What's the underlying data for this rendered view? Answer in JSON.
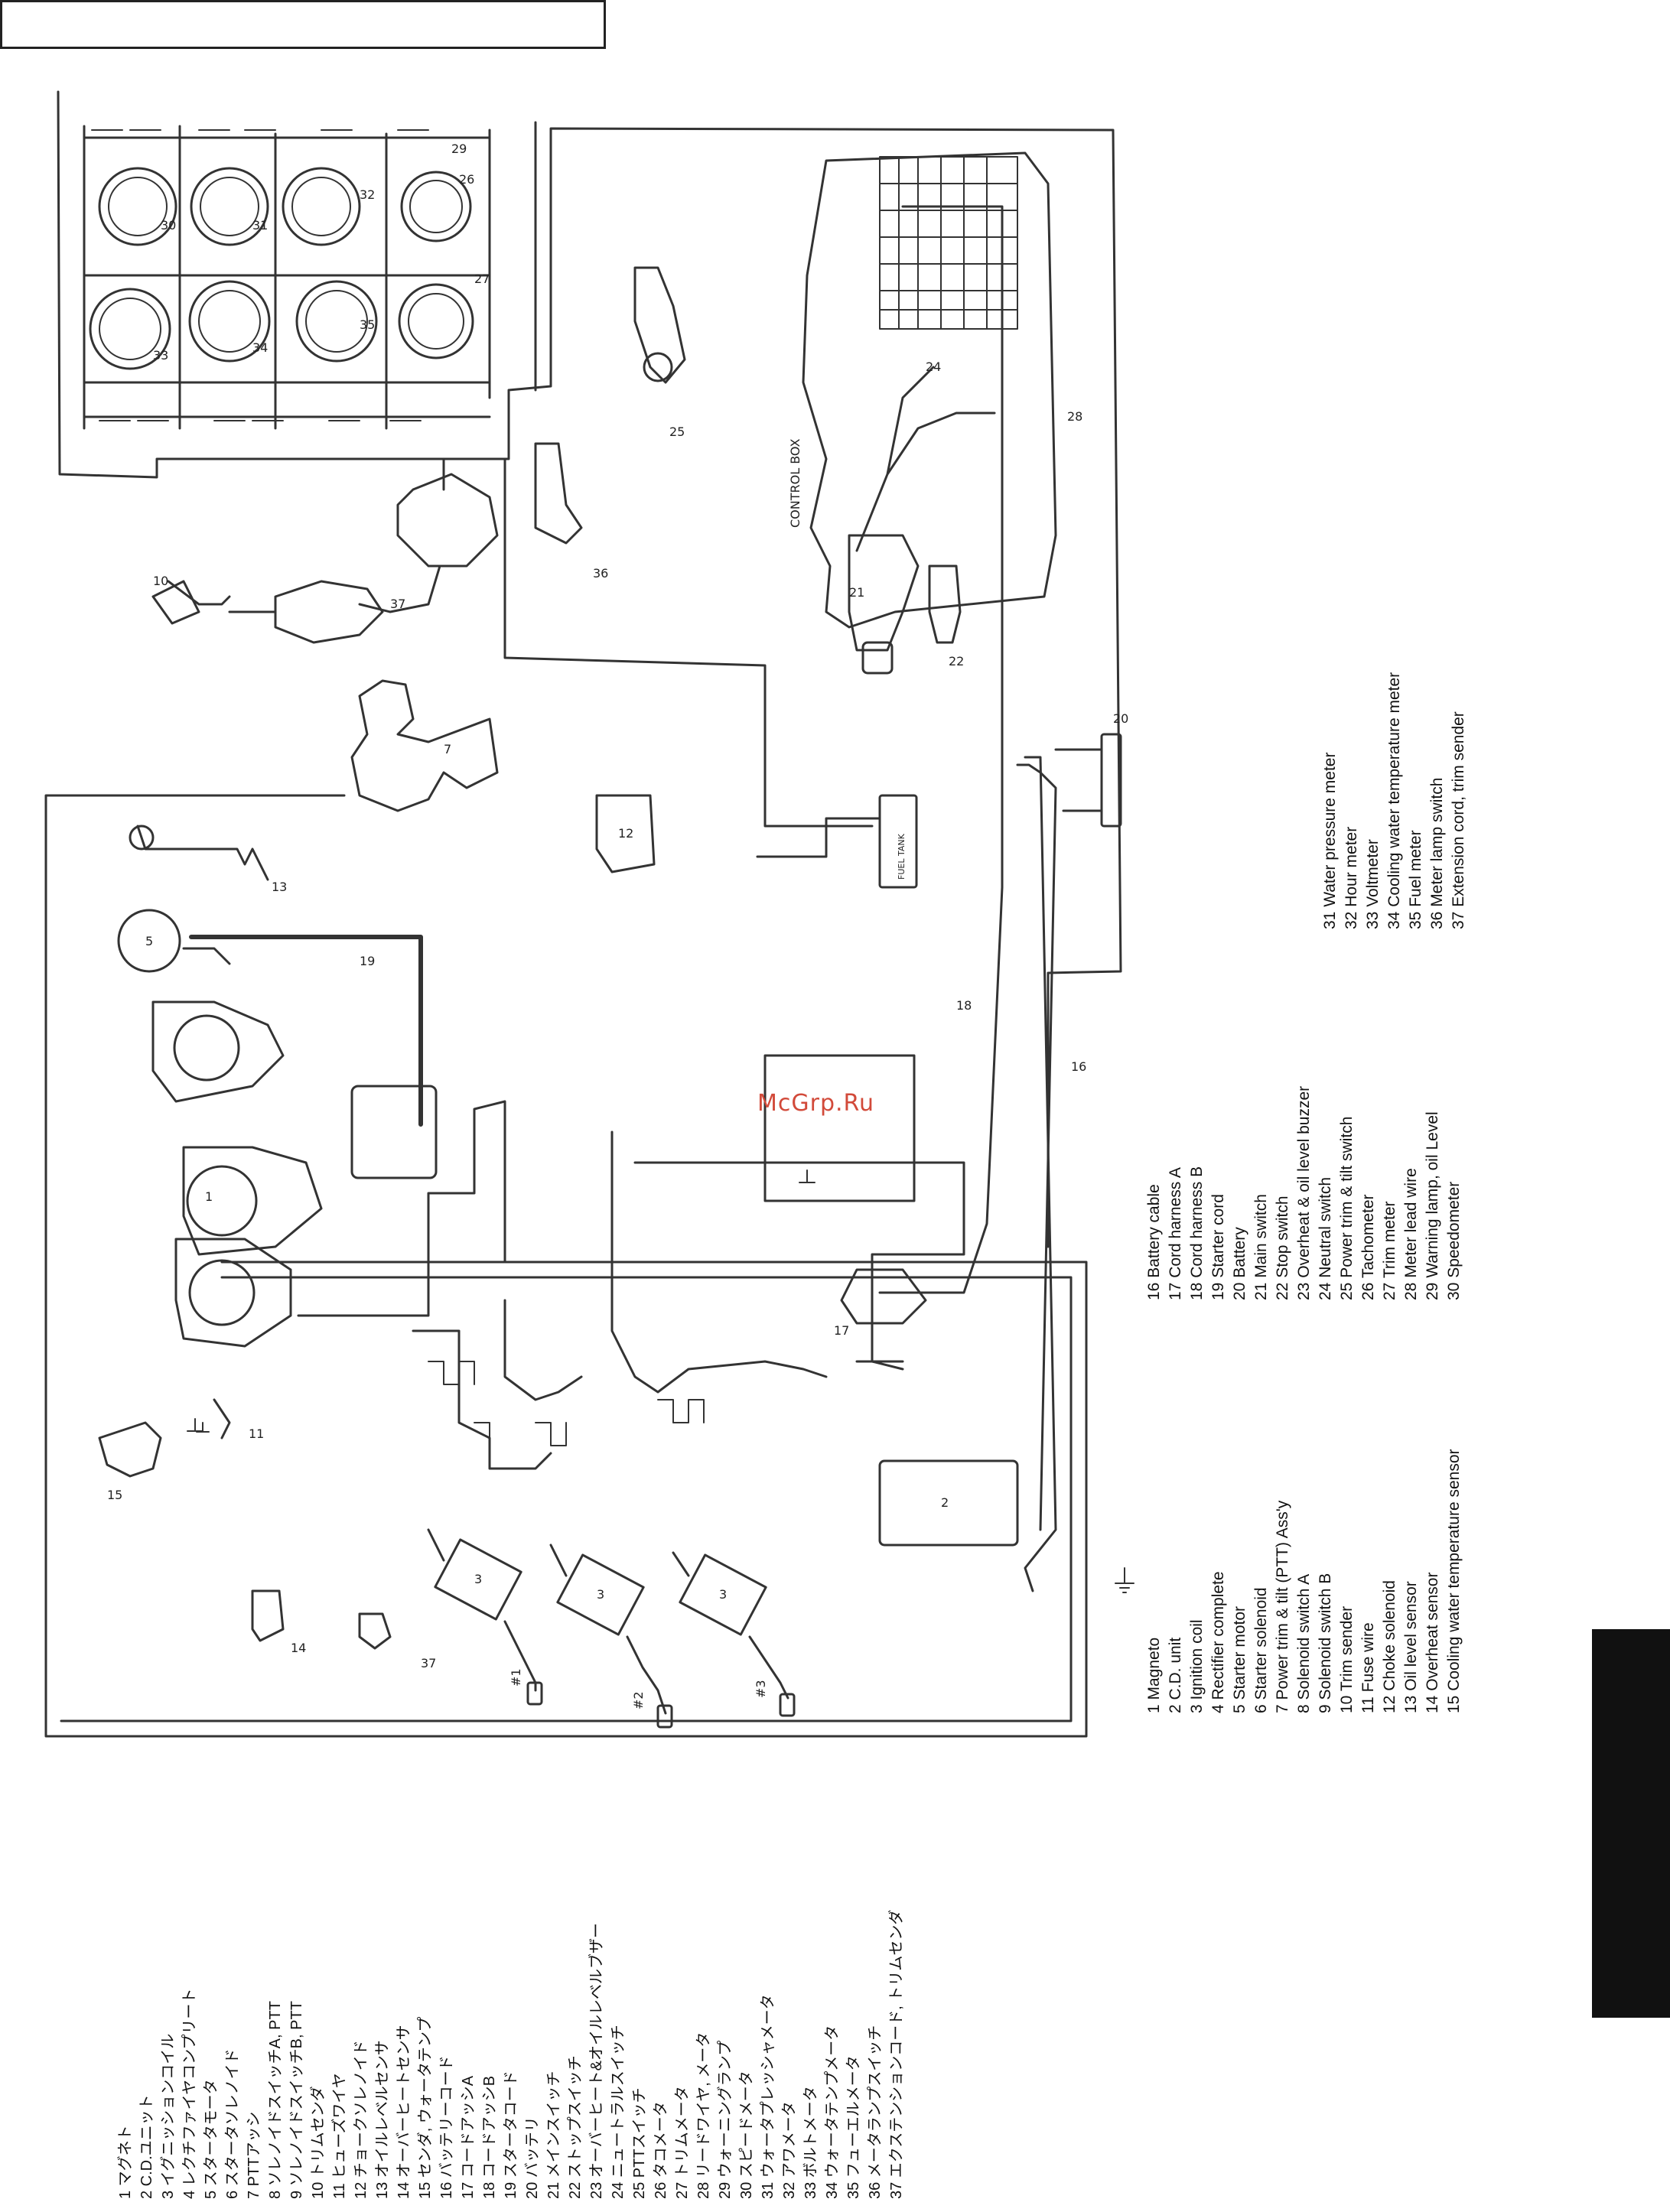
{
  "watermark": "McGrp.Ru",
  "control_box_label": "CONTROL BOX",
  "fuel_tank_label": "FUEL TANK",
  "legend_en": [
    "1 Magneto",
    "2 C.D. unit",
    "3 Ignition coil",
    "4 Rectifier complete",
    "5 Starter motor",
    "6 Starter solenoid",
    "7 Power trim & tilt (PTT) Ass'y",
    "8 Solenoid switch A",
    "9 Solenoid switch B",
    "10 Trim sender",
    "11 Fuse wire",
    "12 Choke solenoid",
    "13 Oil level sensor",
    "14 Overheat sensor",
    "15 Cooling water temperature sensor",
    "16 Battery cable",
    "17 Cord harness A",
    "18 Cord harness B",
    "19 Starter cord",
    "20 Battery",
    "21 Main switch",
    "22 Stop switch",
    "23 Overheat & oil level buzzer",
    "24 Neutral switch",
    "25 Power trim & tilt switch",
    "26 Tachometer",
    "27 Trim meter",
    "28 Meter lead wire",
    "29 Warning lamp, oil Level",
    "30 Speedometer",
    "31 Water pressure meter",
    "32 Hour meter",
    "33 Voltmeter",
    "34 Cooling water temperature meter",
    "35 Fuel meter",
    "36 Meter lamp switch",
    "37 Extension cord, trim sender"
  ],
  "legend_jp": [
    "1 マグネト",
    "2 C.D.ユニット",
    "3 イグニッションコイル",
    "4 レクチファイヤコンプリート",
    "5 スタータモータ",
    "6 スタータソレノイド",
    "7 PTTアッシ",
    "8 ソレノイドスイッチA, PTT",
    "9 ソレノイドスイッチB, PTT",
    "10 トリムセンダ",
    "11 ヒューズワイヤ",
    "12 チョークソレノイド",
    "13 オイルレベルセンサ",
    "14 オーバーヒートセンサ",
    "15 センダ, ウォータテンプ",
    "16 バッテリーコード",
    "17 コードアッシA",
    "18 コードアッシB",
    "19 スタータコード",
    "20 バッテリ",
    "21 メインスイッチ",
    "22 ストップスイッチ",
    "23 オーバーヒート&オイルレベルブザー",
    "24 ニュートラルスイッチ",
    "25 PTTスイッチ",
    "26 タコメータ",
    "27 トリムメータ",
    "28 リードワイヤ, メータ",
    "29 ウォーニングランプ",
    "30 スピードメータ",
    "31 ウォータプレッシャメータ",
    "32 アワメータ",
    "33 ボルトメータ",
    "34 ウォータテンプメータ",
    "35 フューエルメータ",
    "36 メータランプスイッチ",
    "37 エクステンションコード, トリムセンダ"
  ],
  "callouts": {
    "n1": "1",
    "n2": "2",
    "n3a": "3",
    "n3b": "3",
    "n3c": "3",
    "n5": "5",
    "n7": "7",
    "n10": "10",
    "n11": "11",
    "n12": "12",
    "n13": "13",
    "n14": "14",
    "n15": "15",
    "n16": "16",
    "n17": "17",
    "n18": "18",
    "n19": "19",
    "n20": "20",
    "n21": "21",
    "n22": "22",
    "n24": "24",
    "n25": "25",
    "n26": "26",
    "n27": "27",
    "n28": "28",
    "n29": "29",
    "n30": "30",
    "n31": "31",
    "n32": "32",
    "n33": "33",
    "n34": "34",
    "n35": "35",
    "n36": "36",
    "n37a": "37",
    "n37b": "37"
  },
  "plugs": {
    "p1": "#1",
    "p2": "#2",
    "p3": "#3"
  }
}
